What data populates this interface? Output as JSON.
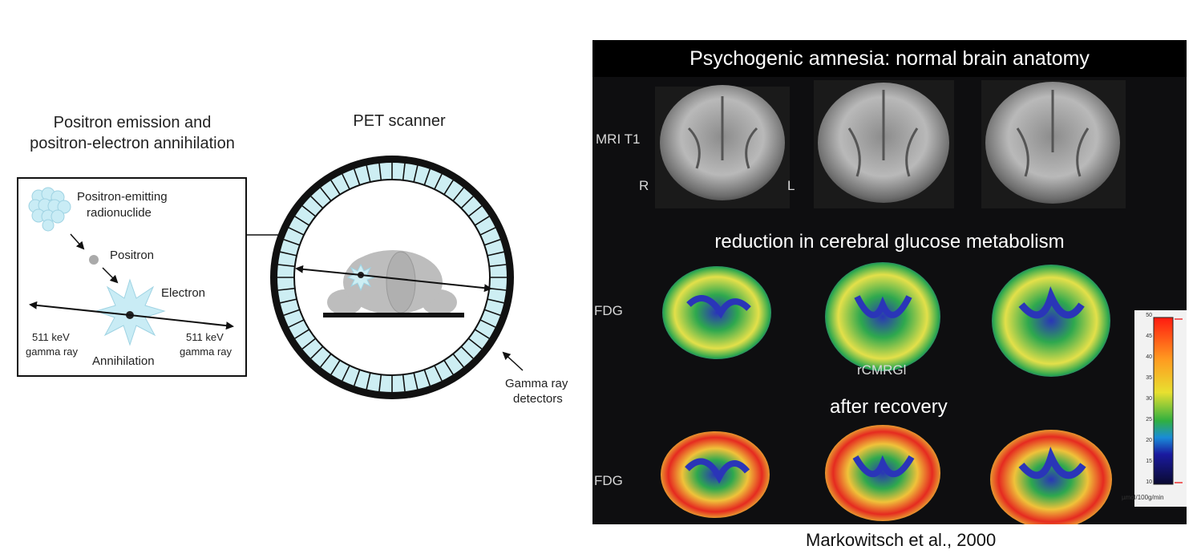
{
  "diagram": {
    "left_title": "Positron emission and positron-electron annihilation",
    "left_title_line1": "Positron emission and",
    "left_title_line2": "positron-electron annihilation",
    "pet_title": "PET scanner",
    "labels": {
      "radionuclide_1": "Positron-emitting",
      "radionuclide_2": "radionuclide",
      "positron": "Positron",
      "electron": "Electron",
      "gamma_left_1": "511 keV",
      "gamma_left_2": "gamma ray",
      "gamma_right_1": "511 keV",
      "gamma_right_2": "gamma ray",
      "annihilation": "Annihilation",
      "detectors_1": "Gamma ray",
      "detectors_2": "detectors"
    },
    "colors": {
      "detector_fill": "#cdeef3",
      "outline": "#111111",
      "patient_gray": "#bdbdbd",
      "nuclide_fill": "#c9ecf5"
    }
  },
  "brain_panel": {
    "title": "Psychogenic amnesia: normal brain anatomy",
    "row_labels": {
      "mri": "MRI T1",
      "fdg_1": "FDG",
      "fdg_2": "FDG"
    },
    "side_labels": {
      "right": "R",
      "left": "L"
    },
    "section_reduction": "reduction in cerebral glucose metabolism",
    "section_recovery": "after recovery",
    "scale_center_label": "rCMRGl",
    "colorbar": {
      "ticks": [
        "50",
        "45",
        "40",
        "35",
        "30",
        "25",
        "20",
        "15",
        "10"
      ],
      "unit": "µmol/100g/min"
    }
  },
  "citation": "Markowitsch et al., 2000"
}
